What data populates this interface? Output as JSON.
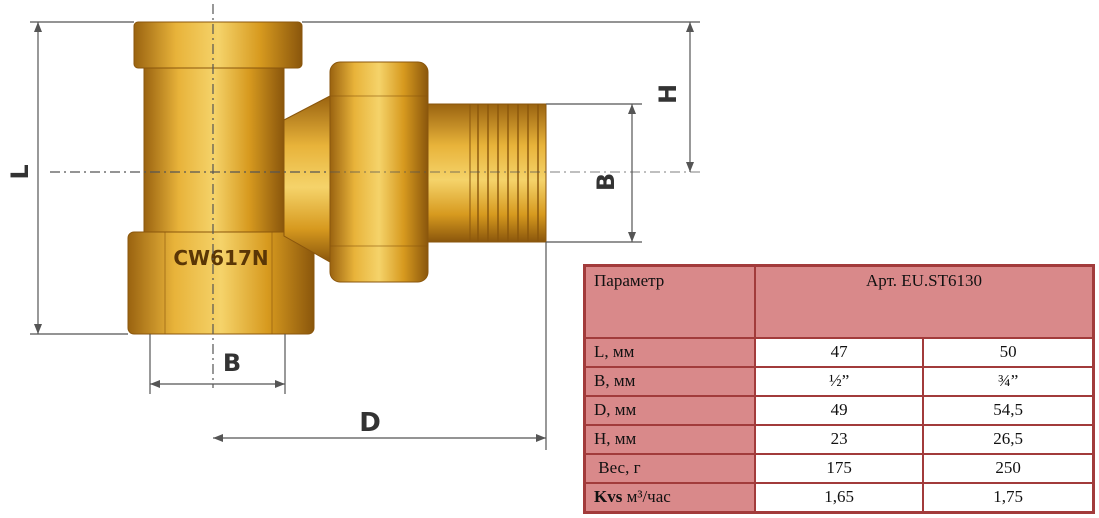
{
  "figure": {
    "body_marking": "CW617N",
    "dimension_labels": {
      "L": "L",
      "H": "H",
      "B_right": "B",
      "B_bottom": "B",
      "D": "D"
    }
  },
  "table": {
    "header": {
      "param": "Параметр",
      "article": "Арт. EU.ST6130"
    },
    "rows": [
      {
        "label": "L, мм",
        "v1": "47",
        "v2": "50"
      },
      {
        "label": "B, мм",
        "v1": "½”",
        "v2": "¾”"
      },
      {
        "label": "D, мм",
        "v1": "49",
        "v2": "54,5"
      },
      {
        "label": "H, мм",
        "v1": "23",
        "v2": "26,5"
      },
      {
        "label": " Вес, г",
        "v1": "175",
        "v2": "250"
      },
      {
        "label_bold": "Kvs",
        "label_rest": " м³/час",
        "v1": "1,65",
        "v2": "1,75"
      }
    ]
  },
  "colors": {
    "table_border": "#a23b3b",
    "table_header_fill": "#d9898a",
    "brass_light": "#f0c24a",
    "brass_mid": "#d79a1f",
    "brass_dark": "#9a6310"
  }
}
